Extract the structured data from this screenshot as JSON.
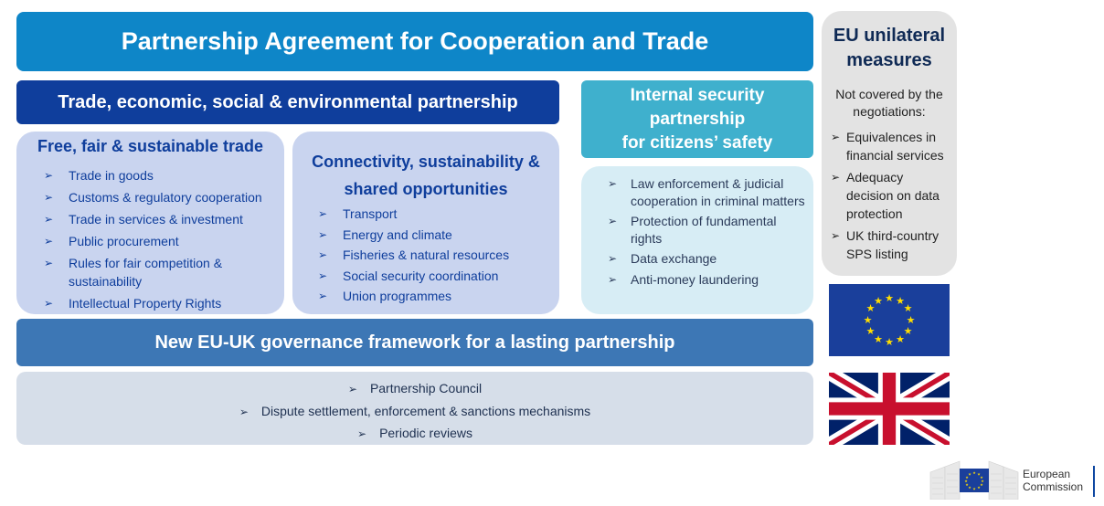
{
  "title": "Partnership Agreement for Cooperation and Trade",
  "trade": {
    "header": "Trade, economic, social & environmental partnership",
    "fair": {
      "title": "Free, fair & sustainable trade",
      "items": [
        "Trade in goods",
        "Customs & regulatory cooperation",
        "Trade in services & investment",
        "Public procurement",
        "Rules for fair competition & sustainability",
        "Intellectual Property Rights"
      ]
    },
    "connectivity": {
      "title_line1": "Connectivity, sustainability &",
      "title_line2": "shared opportunities",
      "items": [
        "Transport",
        "Energy and climate",
        "Fisheries & natural resources",
        "Social security coordination",
        "Union programmes"
      ]
    }
  },
  "security": {
    "header_line1": "Internal security",
    "header_line2": "partnership",
    "header_line3": "for citizens’ safety",
    "items": [
      "Law enforcement & judicial cooperation in criminal matters",
      "Protection of fundamental rights",
      "Data exchange",
      "Anti-money laundering"
    ]
  },
  "governance": {
    "header": "New EU-UK governance framework for a lasting partnership",
    "items": [
      "Partnership Council",
      "Dispute settlement, enforcement & sanctions mechanisms",
      "Periodic reviews"
    ]
  },
  "eu_measures": {
    "title_line1": "EU unilateral",
    "title_line2": "measures",
    "subtitle_line1": "Not covered by the",
    "subtitle_line2": "negotiations:",
    "items": [
      "Equivalences in financial services",
      "Adequacy decision on data protection",
      "UK third-country SPS listing"
    ]
  },
  "logo": {
    "line1": "European",
    "line2": "Commission"
  },
  "bullet_glyph": "➢",
  "colors": {
    "banner_blue": "#0e86c8",
    "trade_navy": "#0f3e9c",
    "panel_lavender": "#c9d4ef",
    "security_teal": "#3fb0cd",
    "security_panel": "#d7edf5",
    "governance_blue": "#3d77b5",
    "governance_panel": "#d6dee9",
    "eu_gray": "#e3e3e3",
    "eu_flag_blue": "#1a3f9b",
    "eu_star_yellow": "#ffdd00",
    "uk_red": "#c8102e",
    "uk_blue": "#012169"
  }
}
